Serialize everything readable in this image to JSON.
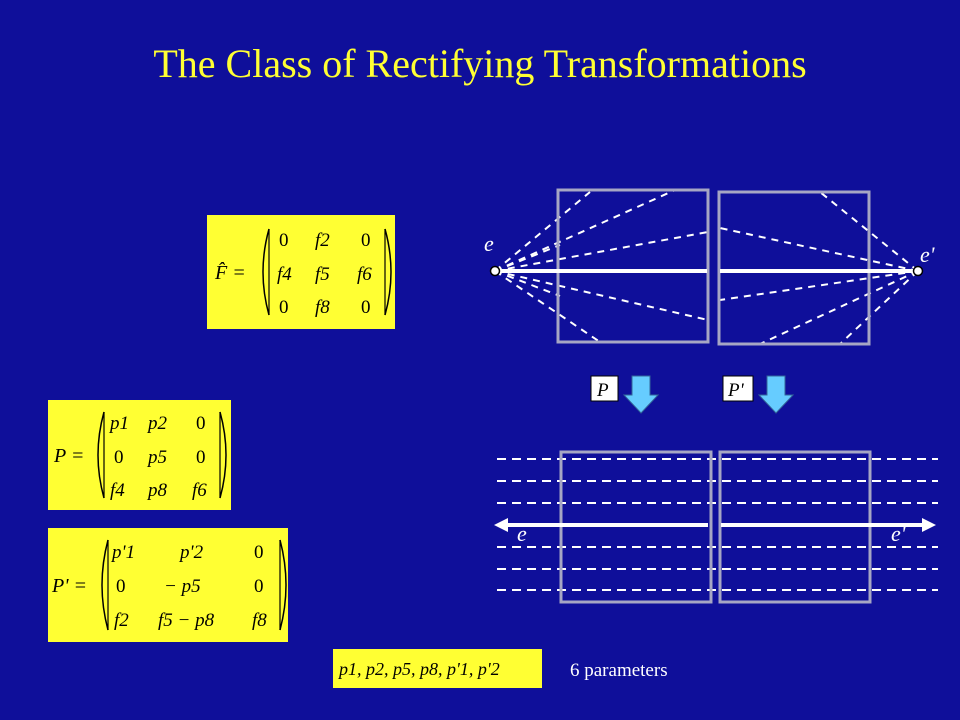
{
  "slide": {
    "title": "The Class of Rectifying Transformations",
    "parameters_label": "6 parameters"
  },
  "diagram": {
    "epipole_left": "e",
    "epipole_right": "e'",
    "transform_left": "P",
    "transform_right": "P'"
  },
  "equations": {
    "F_hat": {
      "lhs": "F̂ =",
      "rows": [
        [
          "0",
          "f2",
          "0"
        ],
        [
          "f4",
          "f5",
          "f6"
        ],
        [
          "0",
          "f8",
          "0"
        ]
      ]
    },
    "P": {
      "lhs": "P =",
      "rows": [
        [
          "p1",
          "p2",
          "0"
        ],
        [
          "0",
          "p5",
          "0"
        ],
        [
          "f4",
          "p8",
          "f6"
        ]
      ]
    },
    "P_prime": {
      "lhs": "P' =",
      "rows": [
        [
          "p'1",
          "p'2",
          "0"
        ],
        [
          "0",
          "− p5",
          "0"
        ],
        [
          "f2",
          "f5 − p8",
          "f8"
        ]
      ]
    },
    "parameter_list": "p1, p2, p5, p8, p'1, p'2"
  },
  "colors": {
    "background": "#0f0f9a",
    "title": "#ffff33",
    "equation_box": "#ffff33",
    "image_frame": "#a6a6c4",
    "arrow": "#66ccff"
  }
}
